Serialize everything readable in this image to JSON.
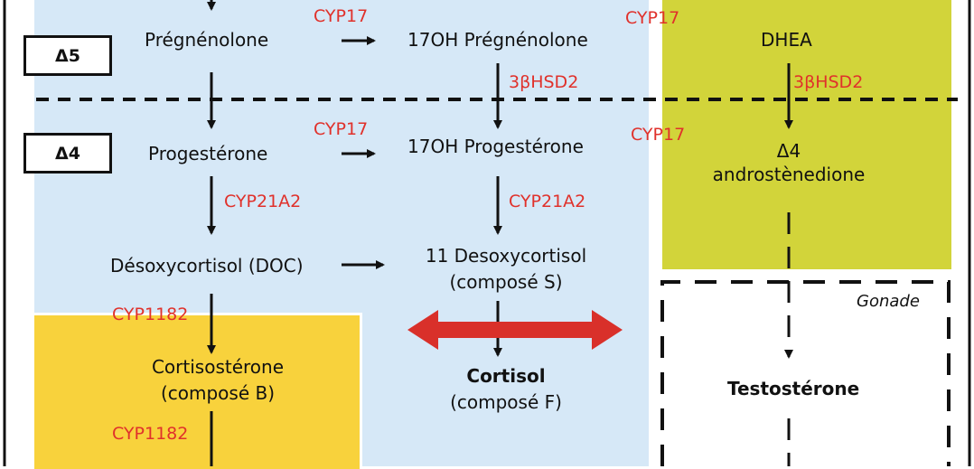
{
  "colors": {
    "adrenal_bg": "#d6e8f7",
    "androgen_bg": "#d2d43a",
    "mineralo_bg": "#f8d23c",
    "enzyme_text": "#e0312b",
    "double_arrow": "#d9302a"
  },
  "labels": {
    "delta5": "Δ5",
    "delta4": "Δ4",
    "gonade": "Gonade"
  },
  "compounds": {
    "pregnenolone": "Prégnénolone",
    "oh17_pregnenolone": "17OH Prégnénolone",
    "dhea": "DHEA",
    "progesterone": "Progestérone",
    "oh17_progesterone": "17OH Progestérone",
    "androstenedione_line1": "Δ4",
    "androstenedione_line2": "androstènedione",
    "doc": "Désoxycortisol (DOC)",
    "desoxycortisol11_line1": "11 Desoxycortisol",
    "desoxycortisol11_line2": "(composé S)",
    "corticosterone_line1": "Cortisostérone",
    "corticosterone_line2": "(composé B)",
    "cortisol_line1": "Cortisol",
    "cortisol_line2": "(composé F)",
    "testosterone": "Testostérone"
  },
  "enzymes": {
    "cyp17_a": "CYP17",
    "cyp17_b": "CYP17",
    "cyp17_c": "CYP17",
    "cyp17_d": "CYP17",
    "hsd_a": "3βHSD2",
    "hsd_b": "3βHSD2",
    "cyp21_a": "CYP21A2",
    "cyp21_b": "CYP21A2",
    "cyp1182_a": "CYP1182",
    "cyp1182_b": "CYP1182"
  }
}
